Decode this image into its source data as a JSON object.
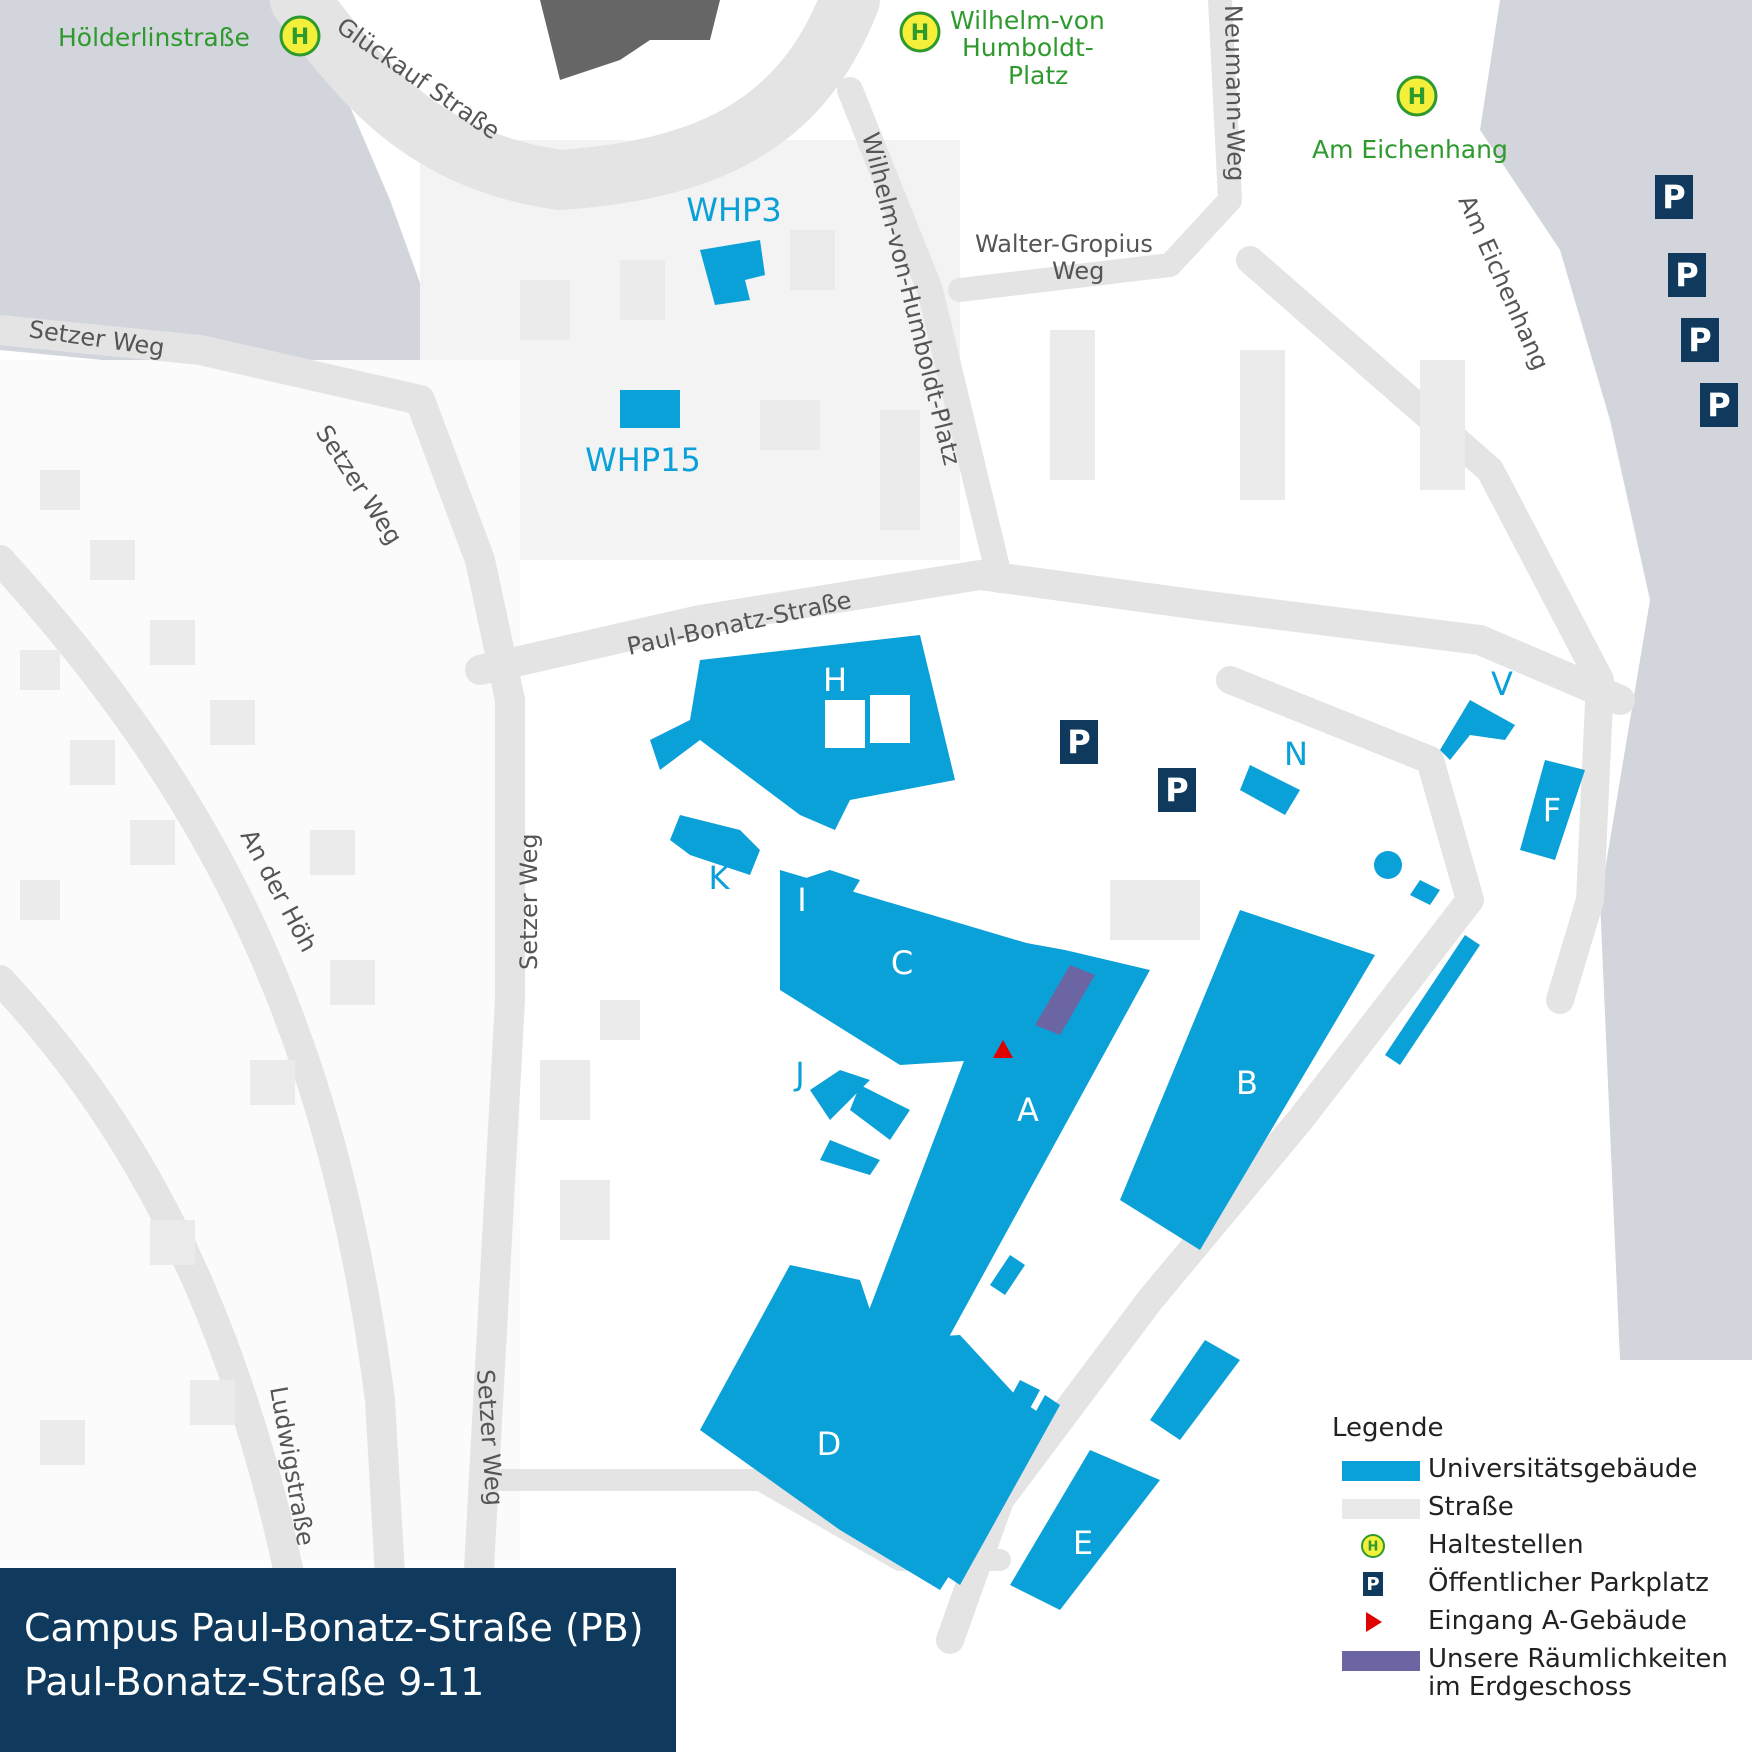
{
  "colors": {
    "university_building": "#0aa0d8",
    "street": "#e9e9e9",
    "our_rooms": "#6b66a3",
    "water": "#d2d6dc",
    "parking": "#0f3a5e",
    "stop_fill": "#f4ef3a",
    "stop_text": "#2e9a2e",
    "entrance": "#e00000",
    "caption_bg": "#0f3a5e"
  },
  "icons": {
    "stop": "circle-H",
    "parking": "square-P",
    "entrance": "triangle-right"
  },
  "stops": [
    {
      "name": "Hölderlinstraße"
    },
    {
      "name_lines": [
        "Wilhelm-von",
        "Humboldt-",
        "Platz"
      ]
    },
    {
      "name": "Am Eichenhang"
    }
  ],
  "streets": {
    "glueckauf": "Glückauf Straße",
    "setzer_weg_1": "Setzer Weg",
    "setzer_weg_2": "Setzer Weg",
    "setzer_weg_3": "Setzer Weg",
    "setzer_weg_4": "Setzer Weg",
    "whp_street": "Wilhelm-von-Humboldt-Platz",
    "walter_gropius_1": "Walter-Gropius",
    "walter_gropius_2": "Weg",
    "neumann": "Neumann-Weg",
    "am_eichenhang": "Am Eichenhang",
    "paul_bonatz": "Paul-Bonatz-Straße",
    "an_der_hoeh": "An der Höh",
    "ludwigstrasse": "Ludwigstraße"
  },
  "buildings": {
    "whp3": "WHP3",
    "whp15": "WHP15",
    "h": "H",
    "k": "K",
    "i": "I",
    "c": "C",
    "j": "J",
    "a": "A",
    "b": "B",
    "d": "D",
    "e": "E",
    "f": "F",
    "n": "N",
    "v": "V"
  },
  "parking_letter": "P",
  "stop_letter": "H",
  "legend": {
    "title": "Legende",
    "items": [
      {
        "label": "Universitätsgebäude",
        "symbol": "university_building"
      },
      {
        "label": "Straße",
        "symbol": "street"
      },
      {
        "label": "Haltestellen",
        "symbol": "stop"
      },
      {
        "label": "Öffentlicher Parkplatz",
        "symbol": "parking"
      },
      {
        "label": "Eingang A-Gebäude",
        "symbol": "entrance"
      },
      {
        "label_lines": [
          "Unsere Räumlichkeiten",
          "im Erdgeschoss"
        ],
        "symbol": "our_rooms"
      }
    ]
  },
  "caption": {
    "line1": "Campus Paul-Bonatz-Straße  (PB)",
    "line2": "Paul-Bonatz-Straße 9-11"
  }
}
